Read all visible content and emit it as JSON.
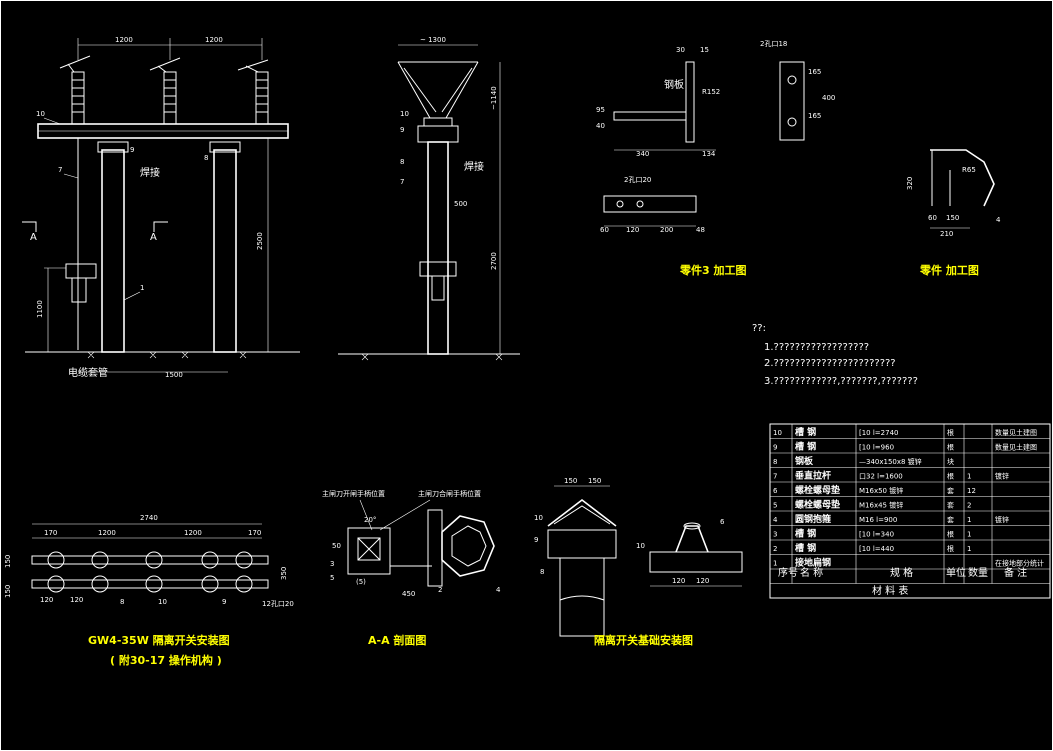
{
  "colors": {
    "background": "#000000",
    "lines": "#ffffff",
    "titles": "#ffff00"
  },
  "front_view": {
    "dims": [
      "1200",
      "1200",
      "2500",
      "1100",
      "1500"
    ],
    "labels": [
      "10",
      "7",
      "1",
      "9",
      "8",
      "A",
      "A"
    ],
    "annotations": {
      "weld": "焊接",
      "cable_conduit": "电缆套管"
    }
  },
  "side_view": {
    "dims": [
      "~ 1300",
      "~1140",
      "500",
      "2700"
    ],
    "labels": [
      "10",
      "9",
      "8",
      "7"
    ],
    "annotations": {
      "weld": "焊接"
    }
  },
  "part3": {
    "dims": [
      "30",
      "15",
      "95",
      "40",
      "340",
      "134",
      "R152",
      "2孔口18",
      "165",
      "165",
      "400",
      "2孔口20",
      "60",
      "120",
      "200",
      "48"
    ],
    "labels": [
      "钢板"
    ],
    "title": "零件3 加工图"
  },
  "part4": {
    "dims": [
      "320",
      "150",
      "60",
      "210",
      "R65"
    ],
    "labels": [
      "4"
    ],
    "title": "零件 加工图"
  },
  "notes": {
    "heading": "??:",
    "lines": [
      "1.??????????????????",
      "2.???????????????????????",
      "3.????????????,???????,???????"
    ]
  },
  "materials": {
    "rows": [
      {
        "no": "10",
        "name": "槽 钢",
        "spec": "[10    l=2740",
        "unit": "根",
        "qty": "",
        "remark": "数量见土建图"
      },
      {
        "no": "9",
        "name": "槽 钢",
        "spec": "[10    l=960",
        "unit": "根",
        "qty": "",
        "remark": "数量见土建图"
      },
      {
        "no": "8",
        "name": "钢板",
        "spec": "—340x150x8    镀锌",
        "unit": "块",
        "qty": "",
        "remark": ""
      },
      {
        "no": "7",
        "name": "垂直拉杆",
        "spec": "口32    l=1600",
        "unit": "根",
        "qty": "1",
        "remark": "镀锌"
      },
      {
        "no": "6",
        "name": "螺栓螺母垫",
        "spec": "M16x50    镀锌",
        "unit": "套",
        "qty": "12",
        "remark": ""
      },
      {
        "no": "5",
        "name": "螺栓螺母垫",
        "spec": "M16x45    镀锌",
        "unit": "套",
        "qty": "2",
        "remark": ""
      },
      {
        "no": "4",
        "name": "圆钢抱箍",
        "spec": "M16    l=900",
        "unit": "套",
        "qty": "1",
        "remark": "镀锌"
      },
      {
        "no": "3",
        "name": "槽 钢",
        "spec": "[10    l=340",
        "unit": "根",
        "qty": "1",
        "remark": ""
      },
      {
        "no": "2",
        "name": "槽 钢",
        "spec": "[10    l=440",
        "unit": "根",
        "qty": "1",
        "remark": ""
      },
      {
        "no": "1",
        "name": "接地扁钢",
        "spec": "",
        "unit": "",
        "qty": "",
        "remark": "在接地部分统计"
      }
    ],
    "header": {
      "no": "序号",
      "name": "名 称",
      "spec": "规 格",
      "unit": "单位",
      "qty": "数量",
      "remark": "备 注"
    },
    "title": "材 料 表"
  },
  "install_plan": {
    "dims": [
      "2740",
      "170",
      "1200",
      "1200",
      "170",
      "150",
      "150",
      "350",
      "120",
      "120"
    ],
    "labels": [
      "8",
      "10",
      "9",
      "12孔口20"
    ],
    "title": "GW4-35W  隔离开关安装图",
    "subtitle": "( 附30-17  操作机构 )"
  },
  "section_aa": {
    "labels": [
      "主闸刀开闸手柄位置",
      "主闸刀合闸手柄位置",
      "20°",
      "3",
      "5",
      "2",
      "4",
      "(5)",
      "50",
      "450"
    ],
    "title": "A-A 剖面图"
  },
  "base_detail": {
    "dims": [
      "150",
      "150",
      "120",
      "120"
    ],
    "labels": [
      "10",
      "9",
      "8",
      "10",
      "6"
    ],
    "title": "隔离开关基础安装图"
  }
}
